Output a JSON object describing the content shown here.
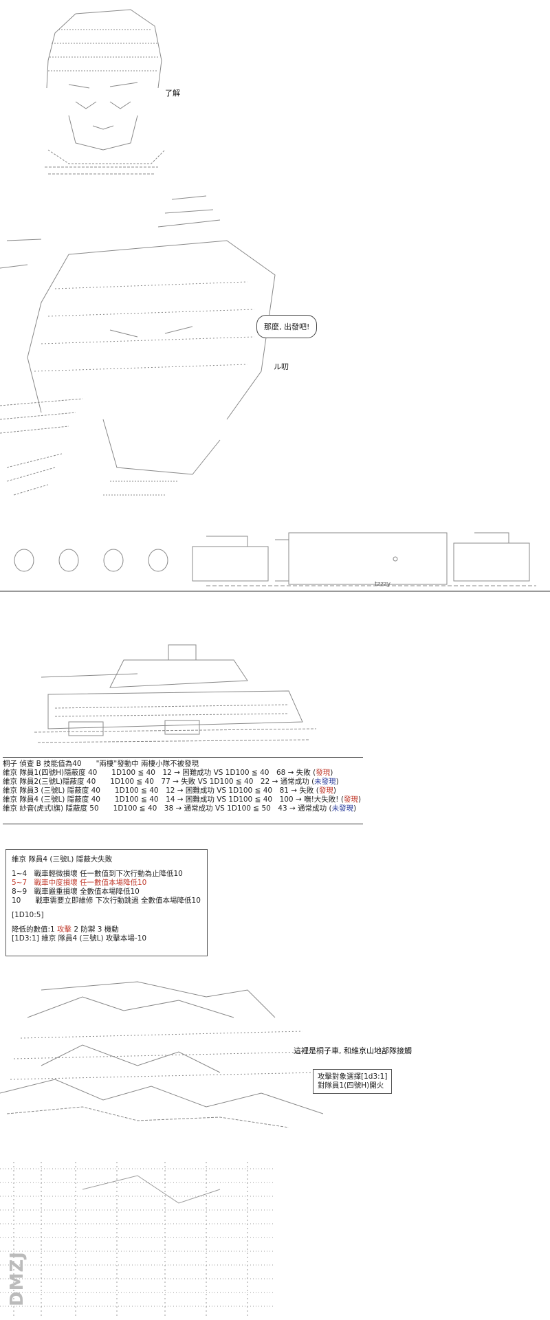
{
  "panel1": {
    "speech": "了解"
  },
  "panel2": {
    "bubble": "那麼, 出發吧!",
    "side_note": "ル叨"
  },
  "panel3": {
    "sfx": "tzzzy"
  },
  "dice_log": {
    "header": "桐子 偵查 B 技能值為40　　\"兩棲\"發動中 兩棲小隊不被發現",
    "rows": [
      {
        "pre": "維京 隊員1(四號H)隱蔽度 40　　1D100 ≦ 40　12 → 困難成功 VS 1D100 ≦ 40　68 → 失敗 (",
        "tag": "發現",
        "tag_color": "red",
        "post": ")"
      },
      {
        "pre": "維京 隊員2(三號L)隱蔽度 40　　1D100 ≦ 40　77 → 失敗 VS 1D100 ≦ 40　22 → 通常成功 (",
        "tag": "未發現",
        "tag_color": "blue",
        "post": ")"
      },
      {
        "pre": "維京 隊員3 (三號L) 隱蔽度 40　　1D100 ≦ 40　12 → 困難成功 VS 1D100 ≦ 40　81 → 失敗 (",
        "tag": "發現",
        "tag_color": "red",
        "post": ")"
      },
      {
        "pre": "維京 隊員4 (三號L) 隱蔽度 40　　1D100 ≦ 40　14 → 困難成功 VS 1D100 ≦ 40　100 → 嘸!大失敗! (",
        "tag": "發現",
        "tag_color": "red",
        "post": ")"
      },
      {
        "pre": "維京 紗音(虎式I旗) 隱蔽度 50　　1D100 ≦ 40　38 → 通常成功 VS 1D100 ≦ 50　43 → 通常成功 (",
        "tag": "未發現",
        "tag_color": "blue",
        "post": ")"
      }
    ]
  },
  "fumble_box": {
    "title": "維京 隊員4 (三號L) 隱蔽大失敗",
    "lines": [
      {
        "text": "1~4　戰車輕微損壞 任一數值到下次行動為止降低10",
        "color": "normal"
      },
      {
        "text": "5~7　戰車中度損壞 任一數值本場降低10",
        "color": "red"
      },
      {
        "text": "8~9　戰車嚴重損壞 全數值本場降低10",
        "color": "normal"
      },
      {
        "text": "10　　戰車需要立即維修 下次行動跳過 全數值本場降低10",
        "color": "normal"
      }
    ],
    "roll": "[1D10:5]",
    "reduce_label": "降低的數值:1 ",
    "reduce_attack": "攻擊",
    "reduce_rest": " 2 防禦 3 機動",
    "result": "[1D3:1] 維京 隊員4 (三號L) 攻擊本場-10"
  },
  "panel6": {
    "narration": "這裡是桐子車, 和維京山地部隊接觸",
    "cmd_line1": "攻擊對象選擇[1d3:1]",
    "cmd_line2": "對隊員1(四號H)開火"
  },
  "watermark": "DMZJ"
}
